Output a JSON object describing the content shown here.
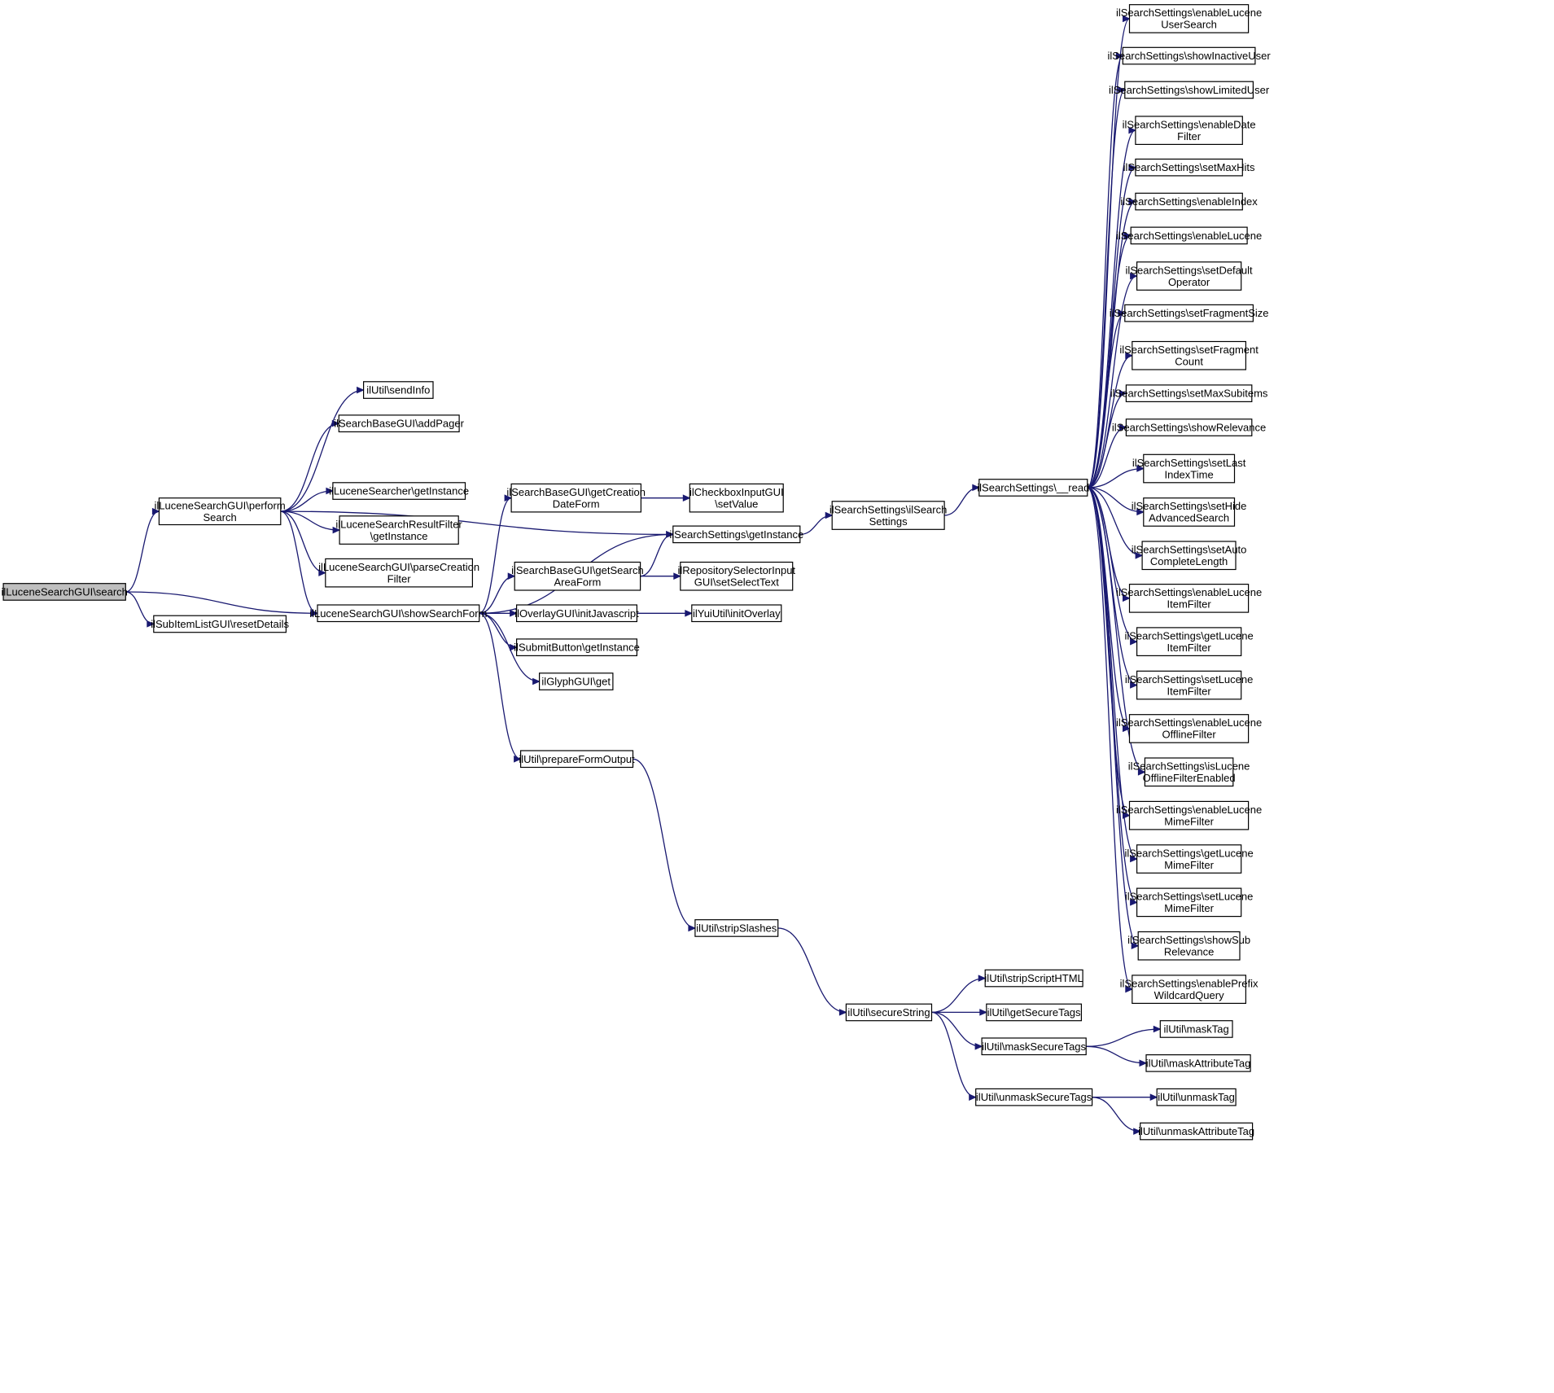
{
  "nodes": [
    {
      "id": "search",
      "lines": [
        "ilLuceneSearchGUI\\search"
      ],
      "root": true
    },
    {
      "id": "performSearch",
      "lines": [
        "ilLuceneSearchGUI\\perform",
        "Search"
      ]
    },
    {
      "id": "resetDetails",
      "lines": [
        "ilSubItemListGUI\\resetDetails"
      ]
    },
    {
      "id": "sendInfo",
      "lines": [
        "ilUtil\\sendInfo"
      ]
    },
    {
      "id": "addPager",
      "lines": [
        "ilSearchBaseGUI\\addPager"
      ]
    },
    {
      "id": "luceneSearcherGetInstance",
      "lines": [
        "ilLuceneSearcher\\getInstance"
      ]
    },
    {
      "id": "resultFilterGetInstance",
      "lines": [
        "ilLuceneSearchResultFilter",
        "\\getInstance"
      ]
    },
    {
      "id": "parseCreationFilter",
      "lines": [
        "ilLuceneSearchGUI\\parseCreation",
        "Filter"
      ]
    },
    {
      "id": "showSearchForm",
      "lines": [
        "ilLuceneSearchGUI\\showSearchForm"
      ]
    },
    {
      "id": "getCreationDateForm",
      "lines": [
        "ilSearchBaseGUI\\getCreation",
        "DateForm"
      ]
    },
    {
      "id": "getSearchAreaForm",
      "lines": [
        "ilSearchBaseGUI\\getSearch",
        "AreaForm"
      ]
    },
    {
      "id": "initJavascript",
      "lines": [
        "ilOverlayGUI\\initJavascript"
      ]
    },
    {
      "id": "submitGetInstance",
      "lines": [
        "ilSubmitButton\\getInstance"
      ]
    },
    {
      "id": "glyphGet",
      "lines": [
        "ilGlyphGUI\\get"
      ]
    },
    {
      "id": "prepareFormOutput",
      "lines": [
        "ilUtil\\prepareFormOutput"
      ]
    },
    {
      "id": "checkboxSetValue",
      "lines": [
        "ilCheckboxInputGUI",
        "\\setValue"
      ]
    },
    {
      "id": "settingsGetInstance",
      "lines": [
        "ilSearchSettings\\getInstance"
      ]
    },
    {
      "id": "repoSetSelectText",
      "lines": [
        "ilRepositorySelectorInput",
        "GUI\\setSelectText"
      ]
    },
    {
      "id": "initOverlay",
      "lines": [
        "ilYuiUtil\\initOverlay"
      ]
    },
    {
      "id": "settingsCtor",
      "lines": [
        "ilSearchSettings\\ilSearch",
        "Settings"
      ]
    },
    {
      "id": "settingsRead",
      "lines": [
        "ilSearchSettings\\__read"
      ]
    },
    {
      "id": "stripSlashes",
      "lines": [
        "ilUtil\\stripSlashes"
      ]
    },
    {
      "id": "secureString",
      "lines": [
        "ilUtil\\secureString"
      ]
    },
    {
      "id": "stripScriptHTML",
      "lines": [
        "ilUtil\\stripScriptHTML"
      ]
    },
    {
      "id": "getSecureTags",
      "lines": [
        "ilUtil\\getSecureTags"
      ]
    },
    {
      "id": "maskSecureTags",
      "lines": [
        "ilUtil\\maskSecureTags"
      ]
    },
    {
      "id": "unmaskSecureTags",
      "lines": [
        "ilUtil\\unmaskSecureTags"
      ]
    },
    {
      "id": "maskTag",
      "lines": [
        "ilUtil\\maskTag"
      ]
    },
    {
      "id": "maskAttributeTag",
      "lines": [
        "ilUtil\\maskAttributeTag"
      ]
    },
    {
      "id": "unmaskTag",
      "lines": [
        "ilUtil\\unmaskTag"
      ]
    },
    {
      "id": "unmaskAttributeTag",
      "lines": [
        "ilUtil\\unmaskAttributeTag"
      ]
    },
    {
      "id": "r0",
      "lines": [
        "ilSearchSettings\\enableLucene",
        "UserSearch"
      ]
    },
    {
      "id": "r1",
      "lines": [
        "ilSearchSettings\\showInactiveUser"
      ]
    },
    {
      "id": "r2",
      "lines": [
        "ilSearchSettings\\showLimitedUser"
      ]
    },
    {
      "id": "r3",
      "lines": [
        "ilSearchSettings\\enableDate",
        "Filter"
      ]
    },
    {
      "id": "r4",
      "lines": [
        "ilSearchSettings\\setMaxHits"
      ]
    },
    {
      "id": "r5",
      "lines": [
        "ilSearchSettings\\enableIndex"
      ]
    },
    {
      "id": "r6",
      "lines": [
        "ilSearchSettings\\enableLucene"
      ]
    },
    {
      "id": "r7",
      "lines": [
        "ilSearchSettings\\setDefault",
        "Operator"
      ]
    },
    {
      "id": "r8",
      "lines": [
        "ilSearchSettings\\setFragmentSize"
      ]
    },
    {
      "id": "r9",
      "lines": [
        "ilSearchSettings\\setFragment",
        "Count"
      ]
    },
    {
      "id": "r10",
      "lines": [
        "ilSearchSettings\\setMaxSubitems"
      ]
    },
    {
      "id": "r11",
      "lines": [
        "ilSearchSettings\\showRelevance"
      ]
    },
    {
      "id": "r12",
      "lines": [
        "ilSearchSettings\\setLast",
        "IndexTime"
      ]
    },
    {
      "id": "r13",
      "lines": [
        "ilSearchSettings\\setHide",
        "AdvancedSearch"
      ]
    },
    {
      "id": "r14",
      "lines": [
        "ilSearchSettings\\setAuto",
        "CompleteLength"
      ]
    },
    {
      "id": "r15",
      "lines": [
        "ilSearchSettings\\enableLucene",
        "ItemFilter"
      ]
    },
    {
      "id": "r16",
      "lines": [
        "ilSearchSettings\\getLucene",
        "ItemFilter"
      ]
    },
    {
      "id": "r17",
      "lines": [
        "ilSearchSettings\\setLucene",
        "ItemFilter"
      ]
    },
    {
      "id": "r18",
      "lines": [
        "ilSearchSettings\\enableLucene",
        "OfflineFilter"
      ]
    },
    {
      "id": "r19",
      "lines": [
        "ilSearchSettings\\isLucene",
        "OfflineFilterEnabled"
      ]
    },
    {
      "id": "r20",
      "lines": [
        "ilSearchSettings\\enableLucene",
        "MimeFilter"
      ]
    },
    {
      "id": "r21",
      "lines": [
        "ilSearchSettings\\getLucene",
        "MimeFilter"
      ]
    },
    {
      "id": "r22",
      "lines": [
        "ilSearchSettings\\setLucene",
        "MimeFilter"
      ]
    },
    {
      "id": "r23",
      "lines": [
        "ilSearchSettings\\showSub",
        "Relevance"
      ]
    },
    {
      "id": "r24",
      "lines": [
        "ilSearchSettings\\enablePrefix",
        "WildcardQuery"
      ]
    }
  ],
  "edges": [
    [
      "search",
      "performSearch"
    ],
    [
      "search",
      "showSearchForm"
    ],
    [
      "search",
      "resetDetails"
    ],
    [
      "performSearch",
      "sendInfo"
    ],
    [
      "performSearch",
      "addPager"
    ],
    [
      "performSearch",
      "settingsGetInstance"
    ],
    [
      "performSearch",
      "luceneSearcherGetInstance"
    ],
    [
      "performSearch",
      "resultFilterGetInstance"
    ],
    [
      "performSearch",
      "parseCreationFilter"
    ],
    [
      "performSearch",
      "showSearchForm"
    ],
    [
      "showSearchForm",
      "getCreationDateForm"
    ],
    [
      "showSearchForm",
      "settingsGetInstance"
    ],
    [
      "showSearchForm",
      "getSearchAreaForm"
    ],
    [
      "showSearchForm",
      "initJavascript"
    ],
    [
      "showSearchForm",
      "submitGetInstance"
    ],
    [
      "showSearchForm",
      "glyphGet"
    ],
    [
      "showSearchForm",
      "prepareFormOutput"
    ],
    [
      "getCreationDateForm",
      "checkboxSetValue"
    ],
    [
      "getSearchAreaForm",
      "settingsGetInstance"
    ],
    [
      "getSearchAreaForm",
      "repoSetSelectText"
    ],
    [
      "initJavascript",
      "initOverlay"
    ],
    [
      "settingsGetInstance",
      "settingsCtor"
    ],
    [
      "settingsCtor",
      "settingsRead"
    ],
    [
      "prepareFormOutput",
      "stripSlashes"
    ],
    [
      "stripSlashes",
      "secureString"
    ],
    [
      "secureString",
      "stripScriptHTML"
    ],
    [
      "secureString",
      "getSecureTags"
    ],
    [
      "secureString",
      "maskSecureTags"
    ],
    [
      "secureString",
      "unmaskSecureTags"
    ],
    [
      "maskSecureTags",
      "maskTag"
    ],
    [
      "maskSecureTags",
      "maskAttributeTag"
    ],
    [
      "unmaskSecureTags",
      "unmaskTag"
    ],
    [
      "unmaskSecureTags",
      "unmaskAttributeTag"
    ],
    [
      "settingsRead",
      "r0"
    ],
    [
      "settingsRead",
      "r1"
    ],
    [
      "settingsRead",
      "r2"
    ],
    [
      "settingsRead",
      "r3"
    ],
    [
      "settingsRead",
      "r4"
    ],
    [
      "settingsRead",
      "r5"
    ],
    [
      "settingsRead",
      "r6"
    ],
    [
      "settingsRead",
      "r7"
    ],
    [
      "settingsRead",
      "r8"
    ],
    [
      "settingsRead",
      "r9"
    ],
    [
      "settingsRead",
      "r10"
    ],
    [
      "settingsRead",
      "r11"
    ],
    [
      "settingsRead",
      "r12"
    ],
    [
      "settingsRead",
      "r13"
    ],
    [
      "settingsRead",
      "r14"
    ],
    [
      "settingsRead",
      "r15"
    ],
    [
      "settingsRead",
      "r16"
    ],
    [
      "settingsRead",
      "r17"
    ],
    [
      "settingsRead",
      "r18"
    ],
    [
      "settingsRead",
      "r19"
    ],
    [
      "settingsRead",
      "r20"
    ],
    [
      "settingsRead",
      "r21"
    ],
    [
      "settingsRead",
      "r22"
    ],
    [
      "settingsRead",
      "r23"
    ],
    [
      "settingsRead",
      "r24"
    ]
  ]
}
